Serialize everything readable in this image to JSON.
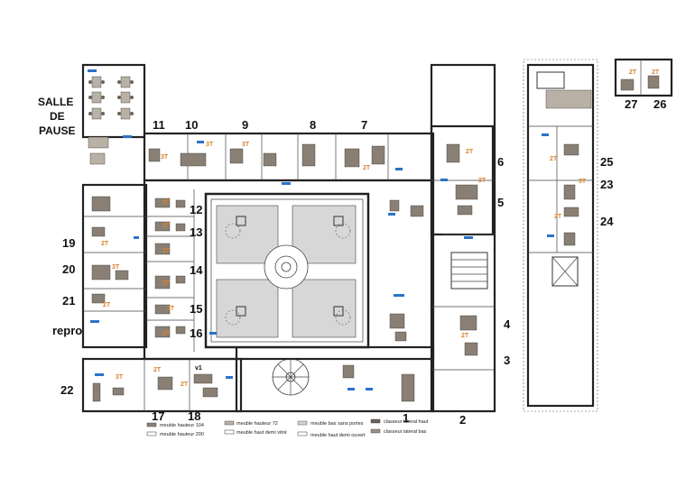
{
  "salle_de_pause": [
    "SALLE",
    "DE",
    "PAUSE"
  ],
  "rooms": [
    {
      "id": "1",
      "label": "1"
    },
    {
      "id": "2",
      "label": "2"
    },
    {
      "id": "3",
      "label": "3"
    },
    {
      "id": "4",
      "label": "4"
    },
    {
      "id": "5",
      "label": "5"
    },
    {
      "id": "6",
      "label": "6"
    },
    {
      "id": "7",
      "label": "7"
    },
    {
      "id": "8",
      "label": "8"
    },
    {
      "id": "9",
      "label": "9"
    },
    {
      "id": "10",
      "label": "10"
    },
    {
      "id": "11",
      "label": "11"
    },
    {
      "id": "12",
      "label": "12"
    },
    {
      "id": "13",
      "label": "13"
    },
    {
      "id": "14",
      "label": "14"
    },
    {
      "id": "15",
      "label": "15"
    },
    {
      "id": "16",
      "label": "16"
    },
    {
      "id": "17",
      "label": "17"
    },
    {
      "id": "18",
      "label": "18"
    },
    {
      "id": "19",
      "label": "19"
    },
    {
      "id": "20",
      "label": "20"
    },
    {
      "id": "21",
      "label": "21"
    },
    {
      "id": "22",
      "label": "22"
    },
    {
      "id": "23",
      "label": "23"
    },
    {
      "id": "24",
      "label": "24"
    },
    {
      "id": "25",
      "label": "25"
    },
    {
      "id": "26",
      "label": "26"
    },
    {
      "id": "27",
      "label": "27"
    }
  ],
  "repro": "repro",
  "tags": {
    "t2": "2T",
    "t3": "3T",
    "v1": "v1"
  },
  "legend": [
    "meuble hauteur 104",
    "meuble hauteur 200",
    "meuble hauteur 72",
    "meuble haut demi vitré",
    "meuble bas sans portes",
    "meuble haut demi ouvert",
    "classeur lateral haut",
    "classeur lateral bas"
  ],
  "colors": {
    "wall": "#222222",
    "furniture": "#8a7f74",
    "tag": "#d9822b",
    "network": "#2a73c9"
  }
}
